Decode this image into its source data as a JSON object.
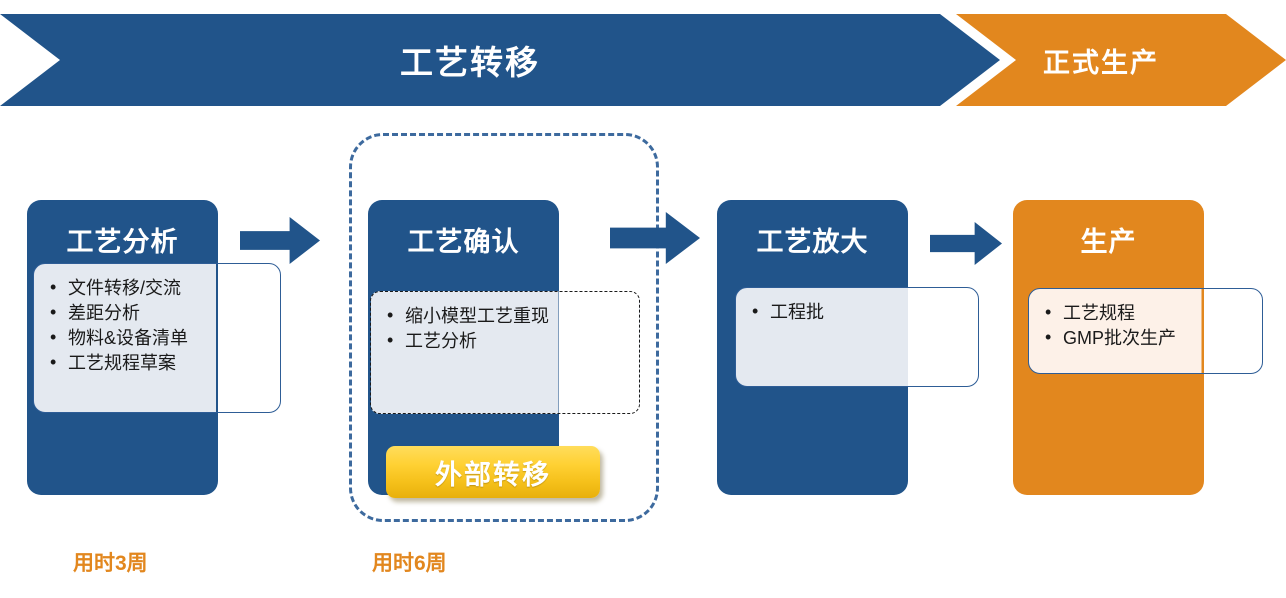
{
  "banner": {
    "main": {
      "label": "工艺转移",
      "color": "#21548A"
    },
    "next": {
      "label": "正式生产",
      "color": "#E2871E"
    }
  },
  "stages": [
    {
      "id": "process-analysis",
      "title": "工艺分析",
      "color": "#21548A",
      "bullets": [
        "文件转移/交流",
        "差距分析",
        "物料&设备清单",
        "工艺规程草案"
      ],
      "duration": "用时3周"
    },
    {
      "id": "process-confirmation",
      "title": "工艺确认",
      "color": "#21548A",
      "bullets": [
        "缩小模型工艺重现",
        "工艺分析"
      ],
      "badge": "外部转移",
      "duration": "用时6周"
    },
    {
      "id": "process-scale-up",
      "title": "工艺放大",
      "color": "#21548A",
      "bullets": [
        "工程批"
      ],
      "duration": ""
    },
    {
      "id": "production",
      "title": "生产",
      "color": "#E2871E",
      "bullets": [
        "工艺规程",
        "GMP批次生产"
      ],
      "duration": ""
    }
  ],
  "arrows": [
    {
      "name": "arrow-stage1-to-stage2"
    },
    {
      "name": "arrow-stage2-to-stage3"
    },
    {
      "name": "arrow-stage3-to-stage4"
    }
  ],
  "group": {
    "name": "external-transfer-group"
  },
  "colors": {
    "blue": "#21548A",
    "orange": "#E2871E",
    "gold": "#F5C01A",
    "bullet_fill_blue": "#E4E9F0",
    "bullet_fill_cream": "#FDF1E8",
    "dashed_group_border": "#3D6A9E"
  }
}
